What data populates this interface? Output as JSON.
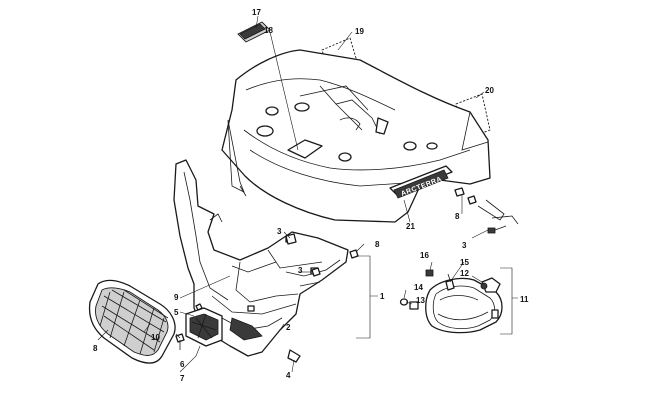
{
  "callouts": {
    "c17": "17",
    "c18": "18",
    "c19": "19",
    "c20": "20",
    "c21": "21",
    "c3a": "3",
    "c3b": "3",
    "c3c": "3",
    "c8a": "8",
    "c8b": "8",
    "c8c": "8",
    "c1": "1",
    "c2": "2",
    "c4": "4",
    "c5": "5",
    "c6": "6",
    "c7": "7",
    "c9": "9",
    "c10": "10",
    "c11": "11",
    "c12": "12",
    "c13": "13",
    "c14": "14",
    "c15": "15",
    "c16": "16"
  },
  "decal_text": "ARCTERRA"
}
